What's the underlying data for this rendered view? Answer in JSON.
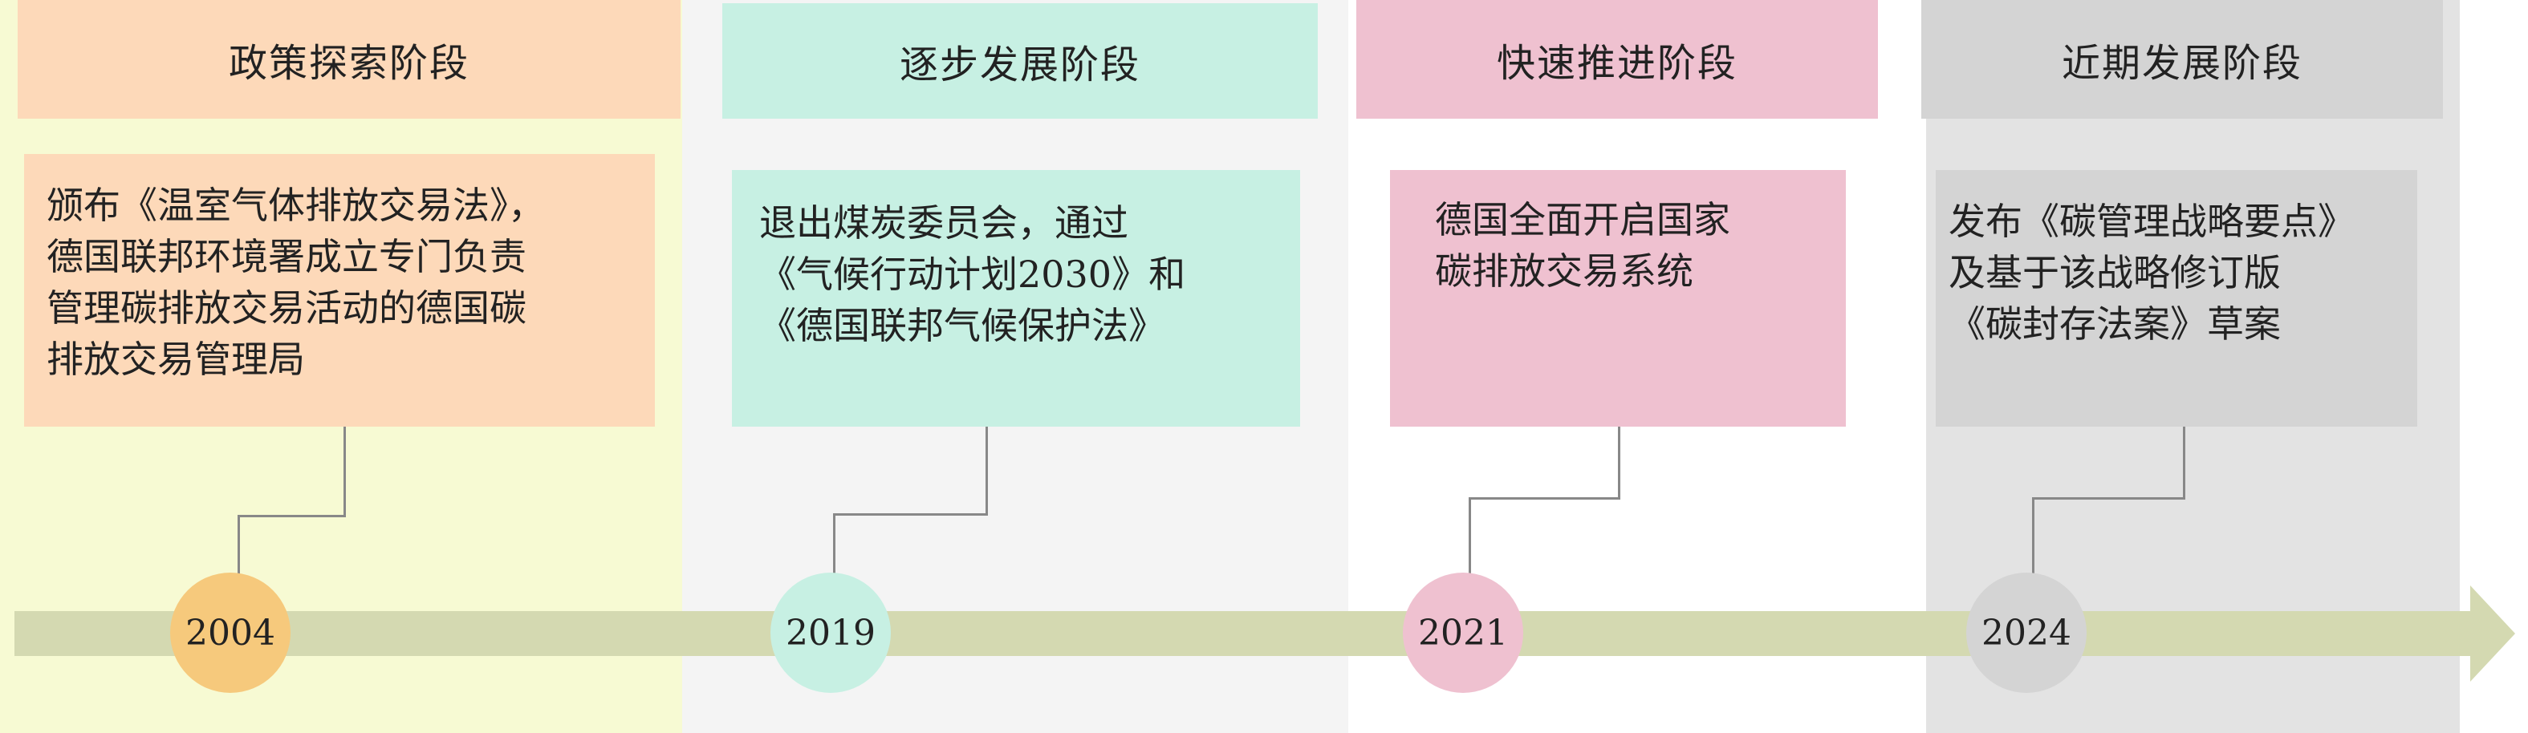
{
  "stages": [
    {
      "title": "政策探索阶段",
      "header_color": "#fdd9b9",
      "column_color": "#f7fad3"
    },
    {
      "title": "逐步发展阶段",
      "header_color": "#c7f0e3",
      "column_color": "#f4f4f4"
    },
    {
      "title": "快速推进阶段",
      "header_color": "#efc1d0",
      "column_color": "#ffffff"
    },
    {
      "title": "近期发展阶段",
      "header_color": "#d4d4d4",
      "column_color": "#e3e3e3"
    }
  ],
  "events": [
    {
      "year": "2004",
      "lines": [
        "颁布《温室气体排放交易法》，",
        "德国联邦环境署成立专门负责",
        "管理碳排放交易活动的德国碳",
        "排放交易管理局"
      ],
      "box_color": "#fdd9b9",
      "dot_color": "#f6c97c"
    },
    {
      "year": "2019",
      "lines": [
        "退出煤炭委员会，通过",
        "《气候行动计划2030》和",
        "《德国联邦气候保护法》"
      ],
      "box_color": "#c7f0e3",
      "dot_color": "#c7f0e3"
    },
    {
      "year": "2021",
      "lines": [
        "德国全面开启国家",
        "碳排放交易系统"
      ],
      "box_color": "#efc1d0",
      "dot_color": "#efc1d0"
    },
    {
      "year": "2024",
      "lines": [
        "发布《碳管理战略要点》",
        "及基于该战略修订版",
        "《碳封存法案》草案"
      ],
      "box_color": "#d4d4d4",
      "dot_color": "#d4d4d4"
    }
  ],
  "timeline": {
    "color": "#d4d9b1"
  }
}
